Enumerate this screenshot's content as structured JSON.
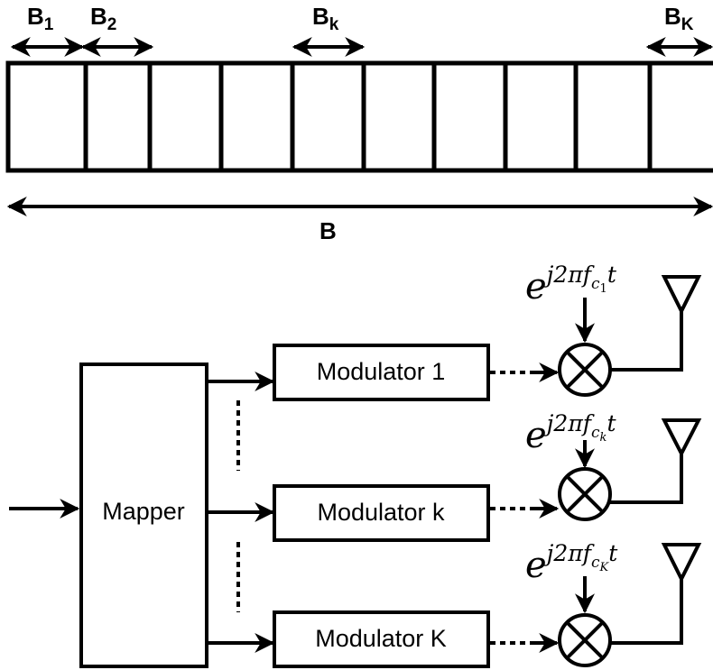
{
  "spectrum": {
    "labels": {
      "b1": {
        "main": "B",
        "sub": "1"
      },
      "b2": {
        "main": "B",
        "sub": "2"
      },
      "bk": {
        "main": "B",
        "sub": "k"
      },
      "bK": {
        "main": "B",
        "sub": "K"
      }
    },
    "total_label": "B"
  },
  "blocks": {
    "mapper": "Mapper",
    "modulator_1": "Modulator 1",
    "modulator_k": "Modulator k",
    "modulator_K": "Modulator K"
  },
  "carriers": [
    {
      "base": "e",
      "exp": "j2πf",
      "sub1": "c",
      "sub2": "1",
      "tail": "t"
    },
    {
      "base": "e",
      "exp": "j2πf",
      "sub1": "c",
      "sub2": "k",
      "tail": "t"
    },
    {
      "base": "e",
      "exp": "j2πf",
      "sub1": "c",
      "sub2": "K",
      "tail": "t"
    }
  ]
}
